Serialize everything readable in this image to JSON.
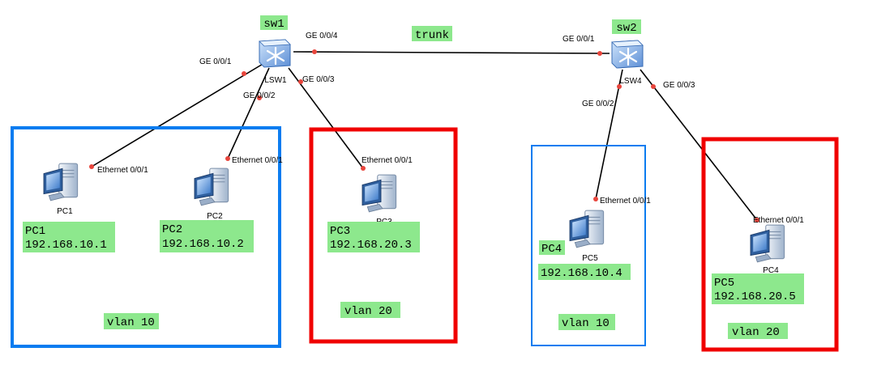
{
  "switches": [
    {
      "id": "sw1",
      "tag": "sw1",
      "name": "LSW1"
    },
    {
      "id": "sw2",
      "tag": "sw2",
      "name": "LSW4"
    }
  ],
  "pcs": [
    {
      "id": "pc1",
      "caption": "PC1",
      "tag": "PC1",
      "ip": "192.168.10.1",
      "port": "Ethernet 0/0/1"
    },
    {
      "id": "pc2",
      "caption": "PC2",
      "tag": "PC2",
      "ip": "192.168.10.2",
      "port": "Ethernet 0/0/1"
    },
    {
      "id": "pc3",
      "caption": "PC3",
      "tag": "PC3",
      "ip": "192.168.20.3",
      "port": "Ethernet 0/0/1"
    },
    {
      "id": "pc5",
      "caption": "PC5",
      "tag": "PC4",
      "ip": "192.168.10.4",
      "port": "Ethernet 0/0/1"
    },
    {
      "id": "pc4",
      "caption": "PC4",
      "tag": "PC5",
      "ip": "192.168.20.5",
      "port": "Ethernet 0/0/1"
    }
  ],
  "switch_ports": {
    "sw1_ge1": "GE 0/0/1",
    "sw1_ge2": "GE 0/0/2",
    "sw1_ge3": "GE 0/0/3",
    "sw1_ge4": "GE 0/0/4",
    "sw2_ge1": "GE 0/0/1",
    "sw2_ge2": "GE 0/0/2",
    "sw2_ge3": "GE 0/0/3"
  },
  "trunk_label": "trunk",
  "vlans": [
    {
      "id": "vlan-a",
      "label": "vlan 10",
      "color": "#0a7cf0"
    },
    {
      "id": "vlan-b",
      "label": "vlan 20",
      "color": "#f00000"
    },
    {
      "id": "vlan-c",
      "label": "vlan 10",
      "color": "#0a7cf0"
    },
    {
      "id": "vlan-d",
      "label": "vlan 20",
      "color": "#f00000"
    }
  ],
  "colors": {
    "tag_bg": "#8de88d",
    "link": "#000000",
    "port_dot": "#e8453c"
  }
}
